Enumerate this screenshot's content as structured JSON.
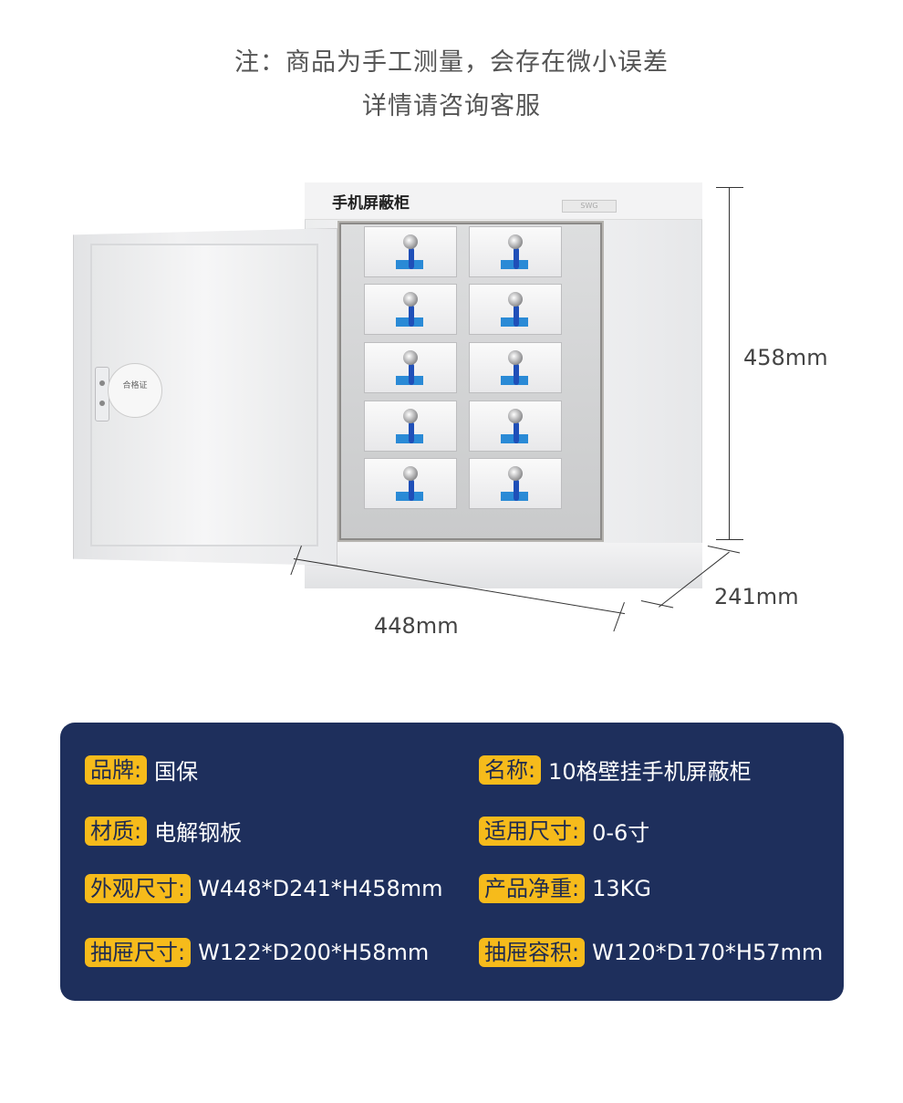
{
  "notes": {
    "line1": "注：商品为手工测量，会存在微小误差",
    "line2": "详情请咨询客服"
  },
  "product_image": {
    "cabinet_label": "手机屏蔽柜",
    "logo_text": "SWG",
    "certificate_text": "合格证",
    "dimensions": {
      "height": "458mm",
      "width": "448mm",
      "depth": "241mm"
    }
  },
  "specs": [
    {
      "key": "品牌:",
      "value": "国保"
    },
    {
      "key": "名称:",
      "value": "10格壁挂手机屏蔽柜"
    },
    {
      "key": "材质:",
      "value": "电解钢板"
    },
    {
      "key": "适用尺寸:",
      "value": "0-6寸"
    },
    {
      "key": "外观尺寸:",
      "value": "W448*D241*H458mm"
    },
    {
      "key": "产品净重:",
      "value": "13KG"
    },
    {
      "key": "抽屉尺寸:",
      "value": "W122*D200*H58mm"
    },
    {
      "key": "抽屉容积:",
      "value": "W120*D170*H57mm"
    }
  ],
  "colors": {
    "panel_bg": "#1e2f5c",
    "key_bg": "#f6bb1b",
    "key_text": "#1f2b4f",
    "value_text": "#ffffff"
  }
}
